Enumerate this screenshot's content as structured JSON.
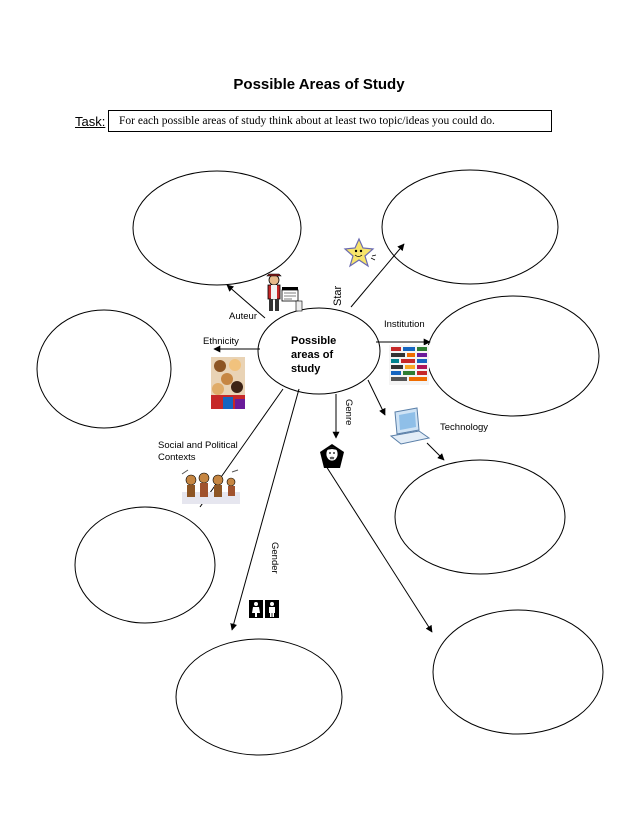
{
  "title": "Possible Areas of Study",
  "task": {
    "label": "Task:",
    "text": "For each possible areas of study think  about at least two topic/ideas  you could do."
  },
  "center": {
    "line1": "Possible",
    "line2": "areas of",
    "line3": "study"
  },
  "labels": {
    "auteur": "Auteur",
    "star": "Star",
    "institution": "Institution",
    "ethnicity": "Ethnicity",
    "genre": "Genre",
    "technology": "Technology",
    "social_line1": "Social and Political",
    "social_line2": "Contexts",
    "gender": "Gender"
  },
  "icons": [
    "film-director-icon",
    "star-icon",
    "media-logos-icon",
    "group-photo-icon",
    "vampire-icon",
    "laptop-icon",
    "snowmen-icon",
    "gender-icon"
  ]
}
